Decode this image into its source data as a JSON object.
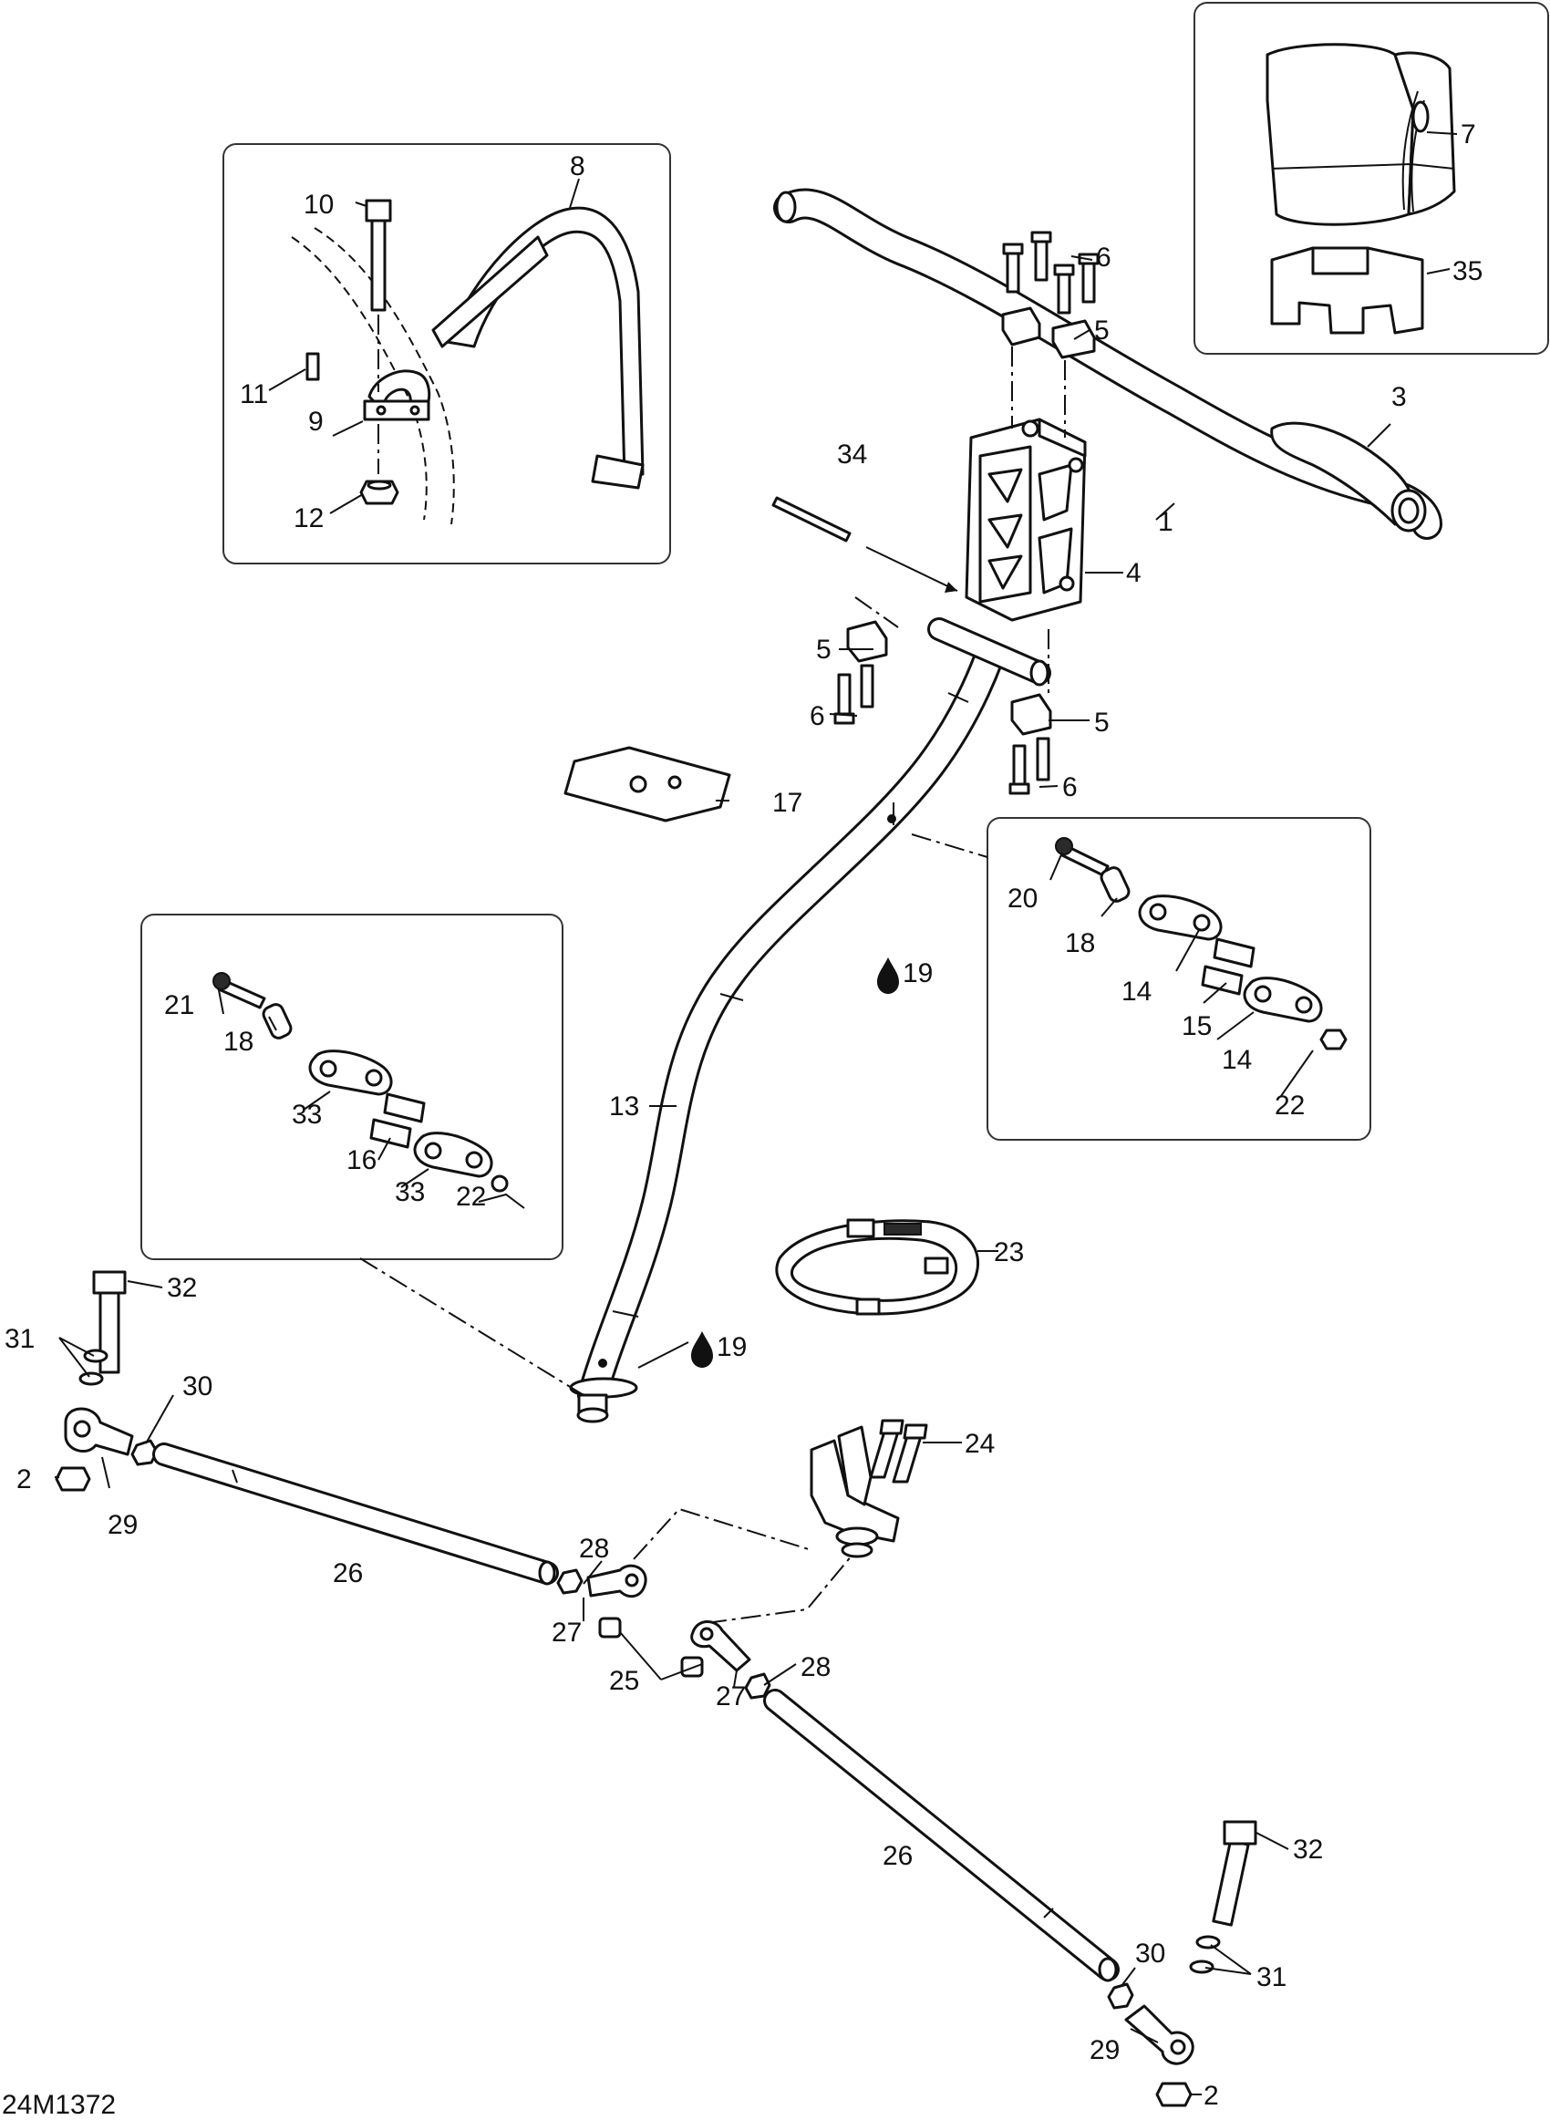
{
  "diagram_code": "24M1372",
  "callouts": [
    {
      "id": "c1",
      "label": "1"
    },
    {
      "id": "c2a",
      "label": "2"
    },
    {
      "id": "c2b",
      "label": "2"
    },
    {
      "id": "c3",
      "label": "3"
    },
    {
      "id": "c4",
      "label": "4"
    },
    {
      "id": "c5a",
      "label": "5"
    },
    {
      "id": "c5b",
      "label": "5"
    },
    {
      "id": "c5c",
      "label": "5"
    },
    {
      "id": "c6a",
      "label": "6"
    },
    {
      "id": "c6b",
      "label": "6"
    },
    {
      "id": "c6c",
      "label": "6"
    },
    {
      "id": "c7",
      "label": "7"
    },
    {
      "id": "c8",
      "label": "8"
    },
    {
      "id": "c9",
      "label": "9"
    },
    {
      "id": "c10",
      "label": "10"
    },
    {
      "id": "c11",
      "label": "11"
    },
    {
      "id": "c12",
      "label": "12"
    },
    {
      "id": "c13",
      "label": "13"
    },
    {
      "id": "c14a",
      "label": "14"
    },
    {
      "id": "c14b",
      "label": "14"
    },
    {
      "id": "c15",
      "label": "15"
    },
    {
      "id": "c16",
      "label": "16"
    },
    {
      "id": "c17",
      "label": "17"
    },
    {
      "id": "c18a",
      "label": "18"
    },
    {
      "id": "c18b",
      "label": "18"
    },
    {
      "id": "c19a",
      "label": "19"
    },
    {
      "id": "c19b",
      "label": "19"
    },
    {
      "id": "c20",
      "label": "20"
    },
    {
      "id": "c21",
      "label": "21"
    },
    {
      "id": "c22a",
      "label": "22"
    },
    {
      "id": "c22b",
      "label": "22"
    },
    {
      "id": "c23",
      "label": "23"
    },
    {
      "id": "c24",
      "label": "24"
    },
    {
      "id": "c25",
      "label": "25"
    },
    {
      "id": "c26a",
      "label": "26"
    },
    {
      "id": "c26b",
      "label": "26"
    },
    {
      "id": "c27a",
      "label": "27"
    },
    {
      "id": "c27b",
      "label": "27"
    },
    {
      "id": "c28a",
      "label": "28"
    },
    {
      "id": "c28b",
      "label": "28"
    },
    {
      "id": "c29a",
      "label": "29"
    },
    {
      "id": "c29b",
      "label": "29"
    },
    {
      "id": "c30a",
      "label": "30"
    },
    {
      "id": "c30b",
      "label": "30"
    },
    {
      "id": "c31a",
      "label": "31"
    },
    {
      "id": "c31b",
      "label": "31"
    },
    {
      "id": "c32a",
      "label": "32"
    },
    {
      "id": "c32b",
      "label": "32"
    },
    {
      "id": "c33a",
      "label": "33"
    },
    {
      "id": "c33b",
      "label": "33"
    },
    {
      "id": "c34",
      "label": "34"
    },
    {
      "id": "c35",
      "label": "35"
    }
  ],
  "icons": {
    "lubricant": "oil-drop-icon"
  },
  "colors": {
    "line": "#111111",
    "background": "#ffffff"
  }
}
